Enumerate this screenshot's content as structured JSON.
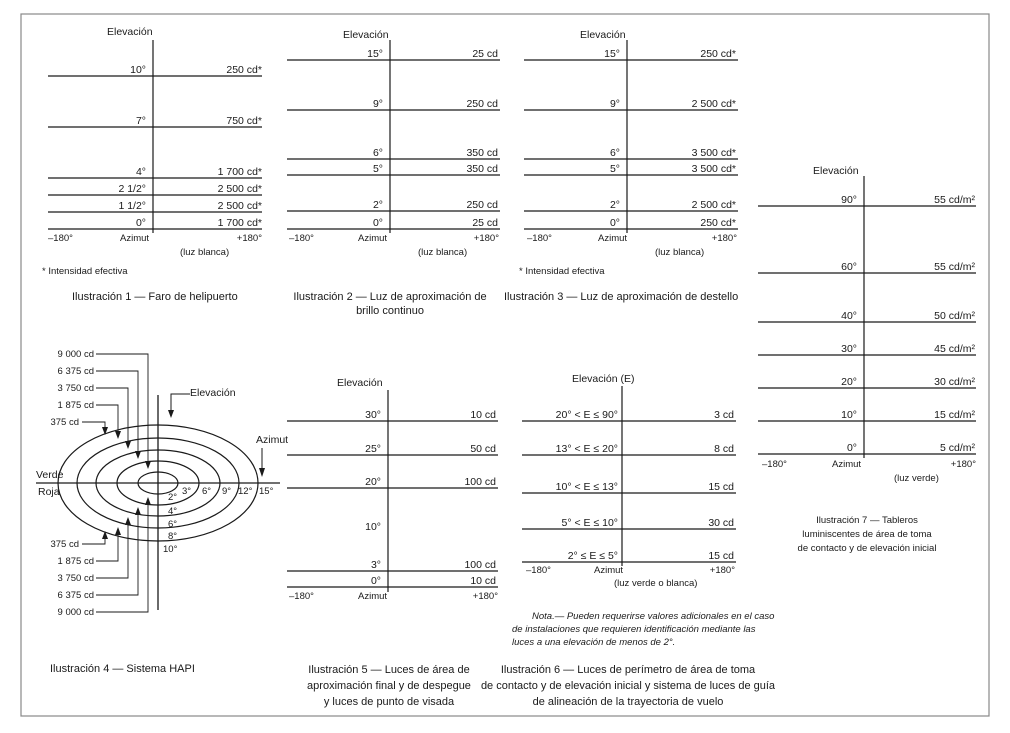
{
  "common": {
    "elev": "Elevación",
    "azimut": "Azimut",
    "az_min": "–180°",
    "az_max": "+180°",
    "luz_blanca": "(luz blanca)",
    "nota_int": "* Intensidad efectiva"
  },
  "fig1": {
    "caption": "Ilustración 1 — Faro de helipuerto",
    "rows": [
      {
        "angle": "10°",
        "value": "250 cd*"
      },
      {
        "angle": "7°",
        "value": "750 cd*"
      },
      {
        "angle": "4°",
        "value": "1 700 cd*"
      },
      {
        "angle": "2 1/2°",
        "value": "2 500 cd*"
      },
      {
        "angle": "1 1/2°",
        "value": "2 500 cd*"
      },
      {
        "angle": "0°",
        "value": "1 700 cd*"
      }
    ]
  },
  "fig2": {
    "caption": [
      "Ilustración 2 — Luz de aproximación de",
      "brillo continuo"
    ],
    "rows": [
      {
        "angle": "15°",
        "value": "25 cd"
      },
      {
        "angle": "9°",
        "value": "250 cd"
      },
      {
        "angle": "6°",
        "value": "350 cd"
      },
      {
        "angle": "5°",
        "value": "350 cd"
      },
      {
        "angle": "2°",
        "value": "250 cd"
      },
      {
        "angle": "0°",
        "value": "25 cd"
      }
    ]
  },
  "fig3": {
    "caption": "Ilustración 3 — Luz de aproximación de destello",
    "rows": [
      {
        "angle": "15°",
        "value": "250 cd*"
      },
      {
        "angle": "9°",
        "value": "2 500 cd*"
      },
      {
        "angle": "6°",
        "value": "3 500 cd*"
      },
      {
        "angle": "5°",
        "value": "3 500 cd*"
      },
      {
        "angle": "2°",
        "value": "2 500 cd*"
      },
      {
        "angle": "0°",
        "value": "250 cd*"
      }
    ]
  },
  "fig4": {
    "caption": "Ilustración 4 — Sistema HAPI",
    "elev": "Elevación",
    "azimut": "Azimut",
    "verde": "Verde",
    "roja": "Roja",
    "top_labels": [
      "9 000 cd",
      "6 375 cd",
      "3 750 cd",
      "1 875 cd",
      "375 cd"
    ],
    "bottom_labels": [
      "375 cd",
      "1 875 cd",
      "3 750 cd",
      "6 375 cd",
      "9 000 cd"
    ],
    "h_angles": [
      "3°",
      "6°",
      "9°",
      "12°",
      "15°"
    ],
    "v_angles": [
      "2°",
      "4°",
      "6°",
      "8°",
      "10°"
    ]
  },
  "fig5": {
    "caption": [
      "Ilustración 5 — Luces de área de",
      "aproximación final y de despegue",
      "y luces de punto de visada"
    ],
    "rows": [
      {
        "angle": "30°",
        "value": "10 cd"
      },
      {
        "angle": "25°",
        "value": "50 cd"
      },
      {
        "angle": "20°",
        "value": "100 cd"
      },
      {
        "angle": "10°",
        "value": ""
      },
      {
        "angle": "3°",
        "value": "100 cd"
      },
      {
        "angle": "0°",
        "value": "10 cd"
      }
    ]
  },
  "fig6": {
    "title": "Elevación (E)",
    "caption": [
      "Ilustración 6 — Luces de perímetro de área de toma",
      "de contacto y de elevación inicial y sistema de luces de guía",
      "de alineación de la trayectoria de vuelo"
    ],
    "sublabel": "(luz verde o blanca)",
    "rows": [
      {
        "range": "20° < E ≤ 90°",
        "value": "3 cd"
      },
      {
        "range": "13° < E ≤ 20°",
        "value": "8 cd"
      },
      {
        "range": "10° < E ≤ 13°",
        "value": "15 cd"
      },
      {
        "range": "5° < E ≤ 10°",
        "value": "30 cd"
      },
      {
        "range": "2° ≤ E ≤ 5°",
        "value": "15 cd"
      }
    ],
    "note": [
      "Nota.— Pueden requerirse valores adicionales en el caso",
      "de instalaciones que requieren identificación mediante las",
      "luces a una elevación de menos de 2°."
    ]
  },
  "fig7": {
    "caption": [
      "Ilustración 7 — Tableros",
      "luminiscentes de área de toma",
      "de contacto y de elevación inicial"
    ],
    "sublabel": "(luz verde)",
    "rows": [
      {
        "angle": "90°",
        "value": "55 cd/m²"
      },
      {
        "angle": "60°",
        "value": "55 cd/m²"
      },
      {
        "angle": "40°",
        "value": "50 cd/m²"
      },
      {
        "angle": "30°",
        "value": "45 cd/m²"
      },
      {
        "angle": "20°",
        "value": "30 cd/m²"
      },
      {
        "angle": "10°",
        "value": "15 cd/m²"
      },
      {
        "angle": "0°",
        "value": "5 cd/m²"
      }
    ]
  }
}
